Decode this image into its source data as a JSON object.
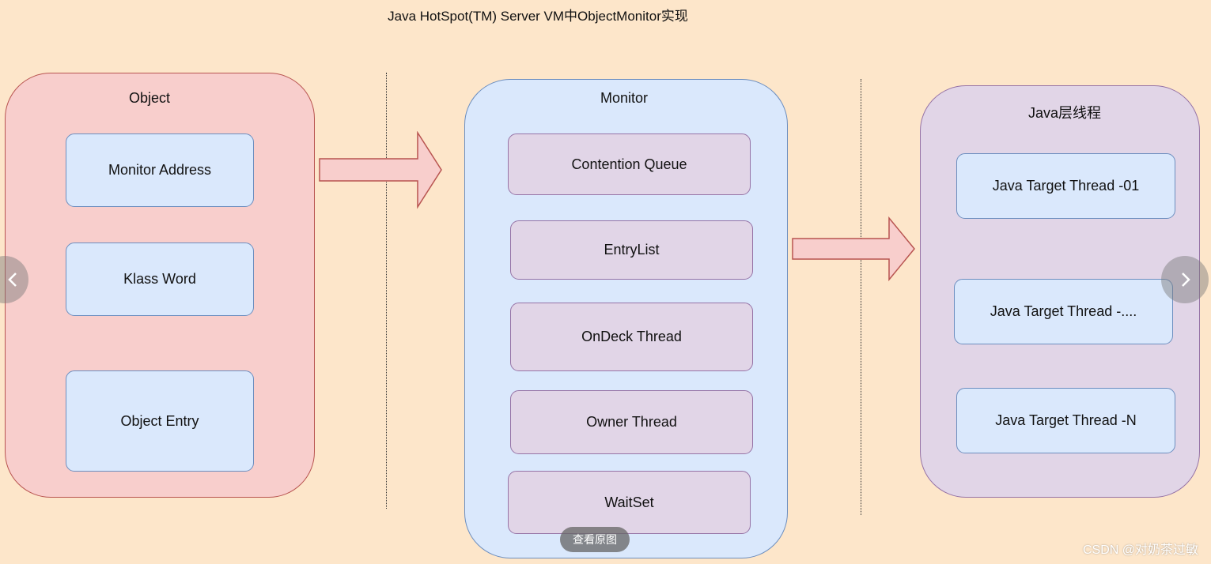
{
  "title": "Java HotSpot(TM) Server VM中ObjectMonitor实现",
  "object_panel": {
    "label": "Object",
    "boxes": [
      "Monitor Address",
      "Klass Word",
      "Object Entry"
    ]
  },
  "monitor_panel": {
    "label": "Monitor",
    "boxes": [
      "Contention Queue",
      "EntryList",
      "OnDeck Thread",
      "Owner Thread",
      "WaitSet"
    ]
  },
  "java_panel": {
    "label": "Java层线程",
    "boxes": [
      "Java Target Thread -01",
      "Java Target Thread -....",
      "Java Target Thread -N"
    ]
  },
  "overlay": {
    "view_original": "查看原图",
    "watermark": "CSDN @对奶茶过敏"
  },
  "icons": {
    "prev": "chevron-left-icon",
    "next": "chevron-right-icon"
  },
  "colors": {
    "background": "#fde6ca",
    "object_fill": "#f8cecc",
    "object_stroke": "#b85450",
    "monitor_fill": "#dae8fc",
    "monitor_stroke": "#6c8ebf",
    "java_fill": "#e1d5e7",
    "java_stroke": "#9673a6"
  }
}
